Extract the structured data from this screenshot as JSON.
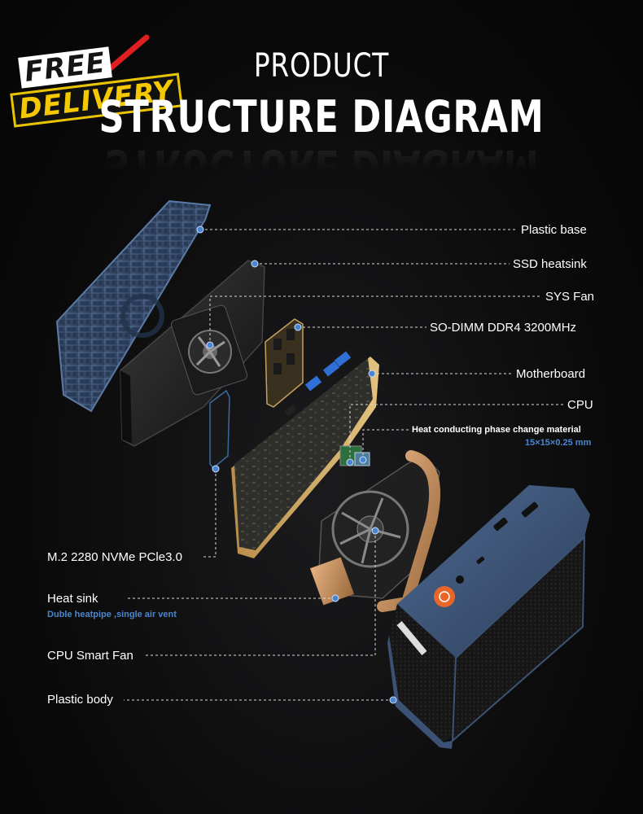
{
  "badge": {
    "line1": "FREE",
    "line2": "DELIVERY"
  },
  "title": {
    "line1": "PRODUCT",
    "line2": "STRUCTURE DIAGRAM"
  },
  "labels": {
    "plastic_base": "Plastic base",
    "ssd_heatsink": "SSD heatsink",
    "sys_fan": "SYS Fan",
    "so_dimm": "SO-DIMM DDR4 3200MHz",
    "motherboard": "Motherboard",
    "cpu": "CPU",
    "phase_change": "Heat conducting phase change material",
    "phase_change_size": "15×15×0.25 mm",
    "m2": "M.2 2280 NVMe PCle3.0",
    "heat_sink": "Heat sink",
    "heat_sink_sub": "Duble heatpipe ,single air vent",
    "cpu_fan": "CPU Smart Fan",
    "plastic_body": "Plastic body"
  },
  "colors": {
    "background": "#0b0b0c",
    "leader_line": "#d9d9d9",
    "dot": "#4a86cf",
    "accent_blue": "#4a86cf",
    "badge_yellow": "#f6c800",
    "check_red": "#e02020",
    "case_blue": "#3c5274",
    "copper": "#c8905a",
    "power_orange": "#e8662a"
  }
}
